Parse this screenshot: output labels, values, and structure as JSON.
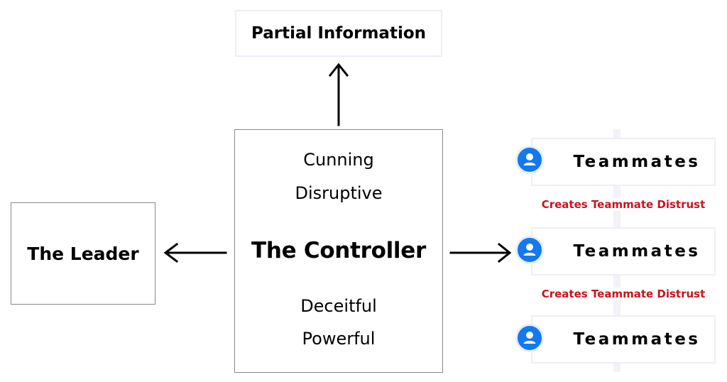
{
  "top_box": {
    "label": "Partial Information"
  },
  "controller": {
    "title": "The Controller",
    "traits_top": [
      "Cunning",
      "Disruptive"
    ],
    "traits_bottom": [
      "Deceitful",
      "Powerful"
    ]
  },
  "leader": {
    "label": "The Leader"
  },
  "teammates": {
    "items": [
      {
        "label": "Teammates"
      },
      {
        "label": "Teammates"
      },
      {
        "label": "Teammates"
      }
    ],
    "connectors": [
      {
        "label": "Creates Teammate Distrust"
      },
      {
        "label": "Creates Teammate Distrust"
      }
    ]
  },
  "colors": {
    "avatar": "#1478f0",
    "distrust_text": "#c8141e",
    "border": "#8a8a8a",
    "soft_border": "#eeeef8"
  },
  "icons": {
    "teammate": "user-icon",
    "arrows": [
      "arrow-up-icon",
      "arrow-left-icon",
      "arrow-right-icon"
    ]
  }
}
